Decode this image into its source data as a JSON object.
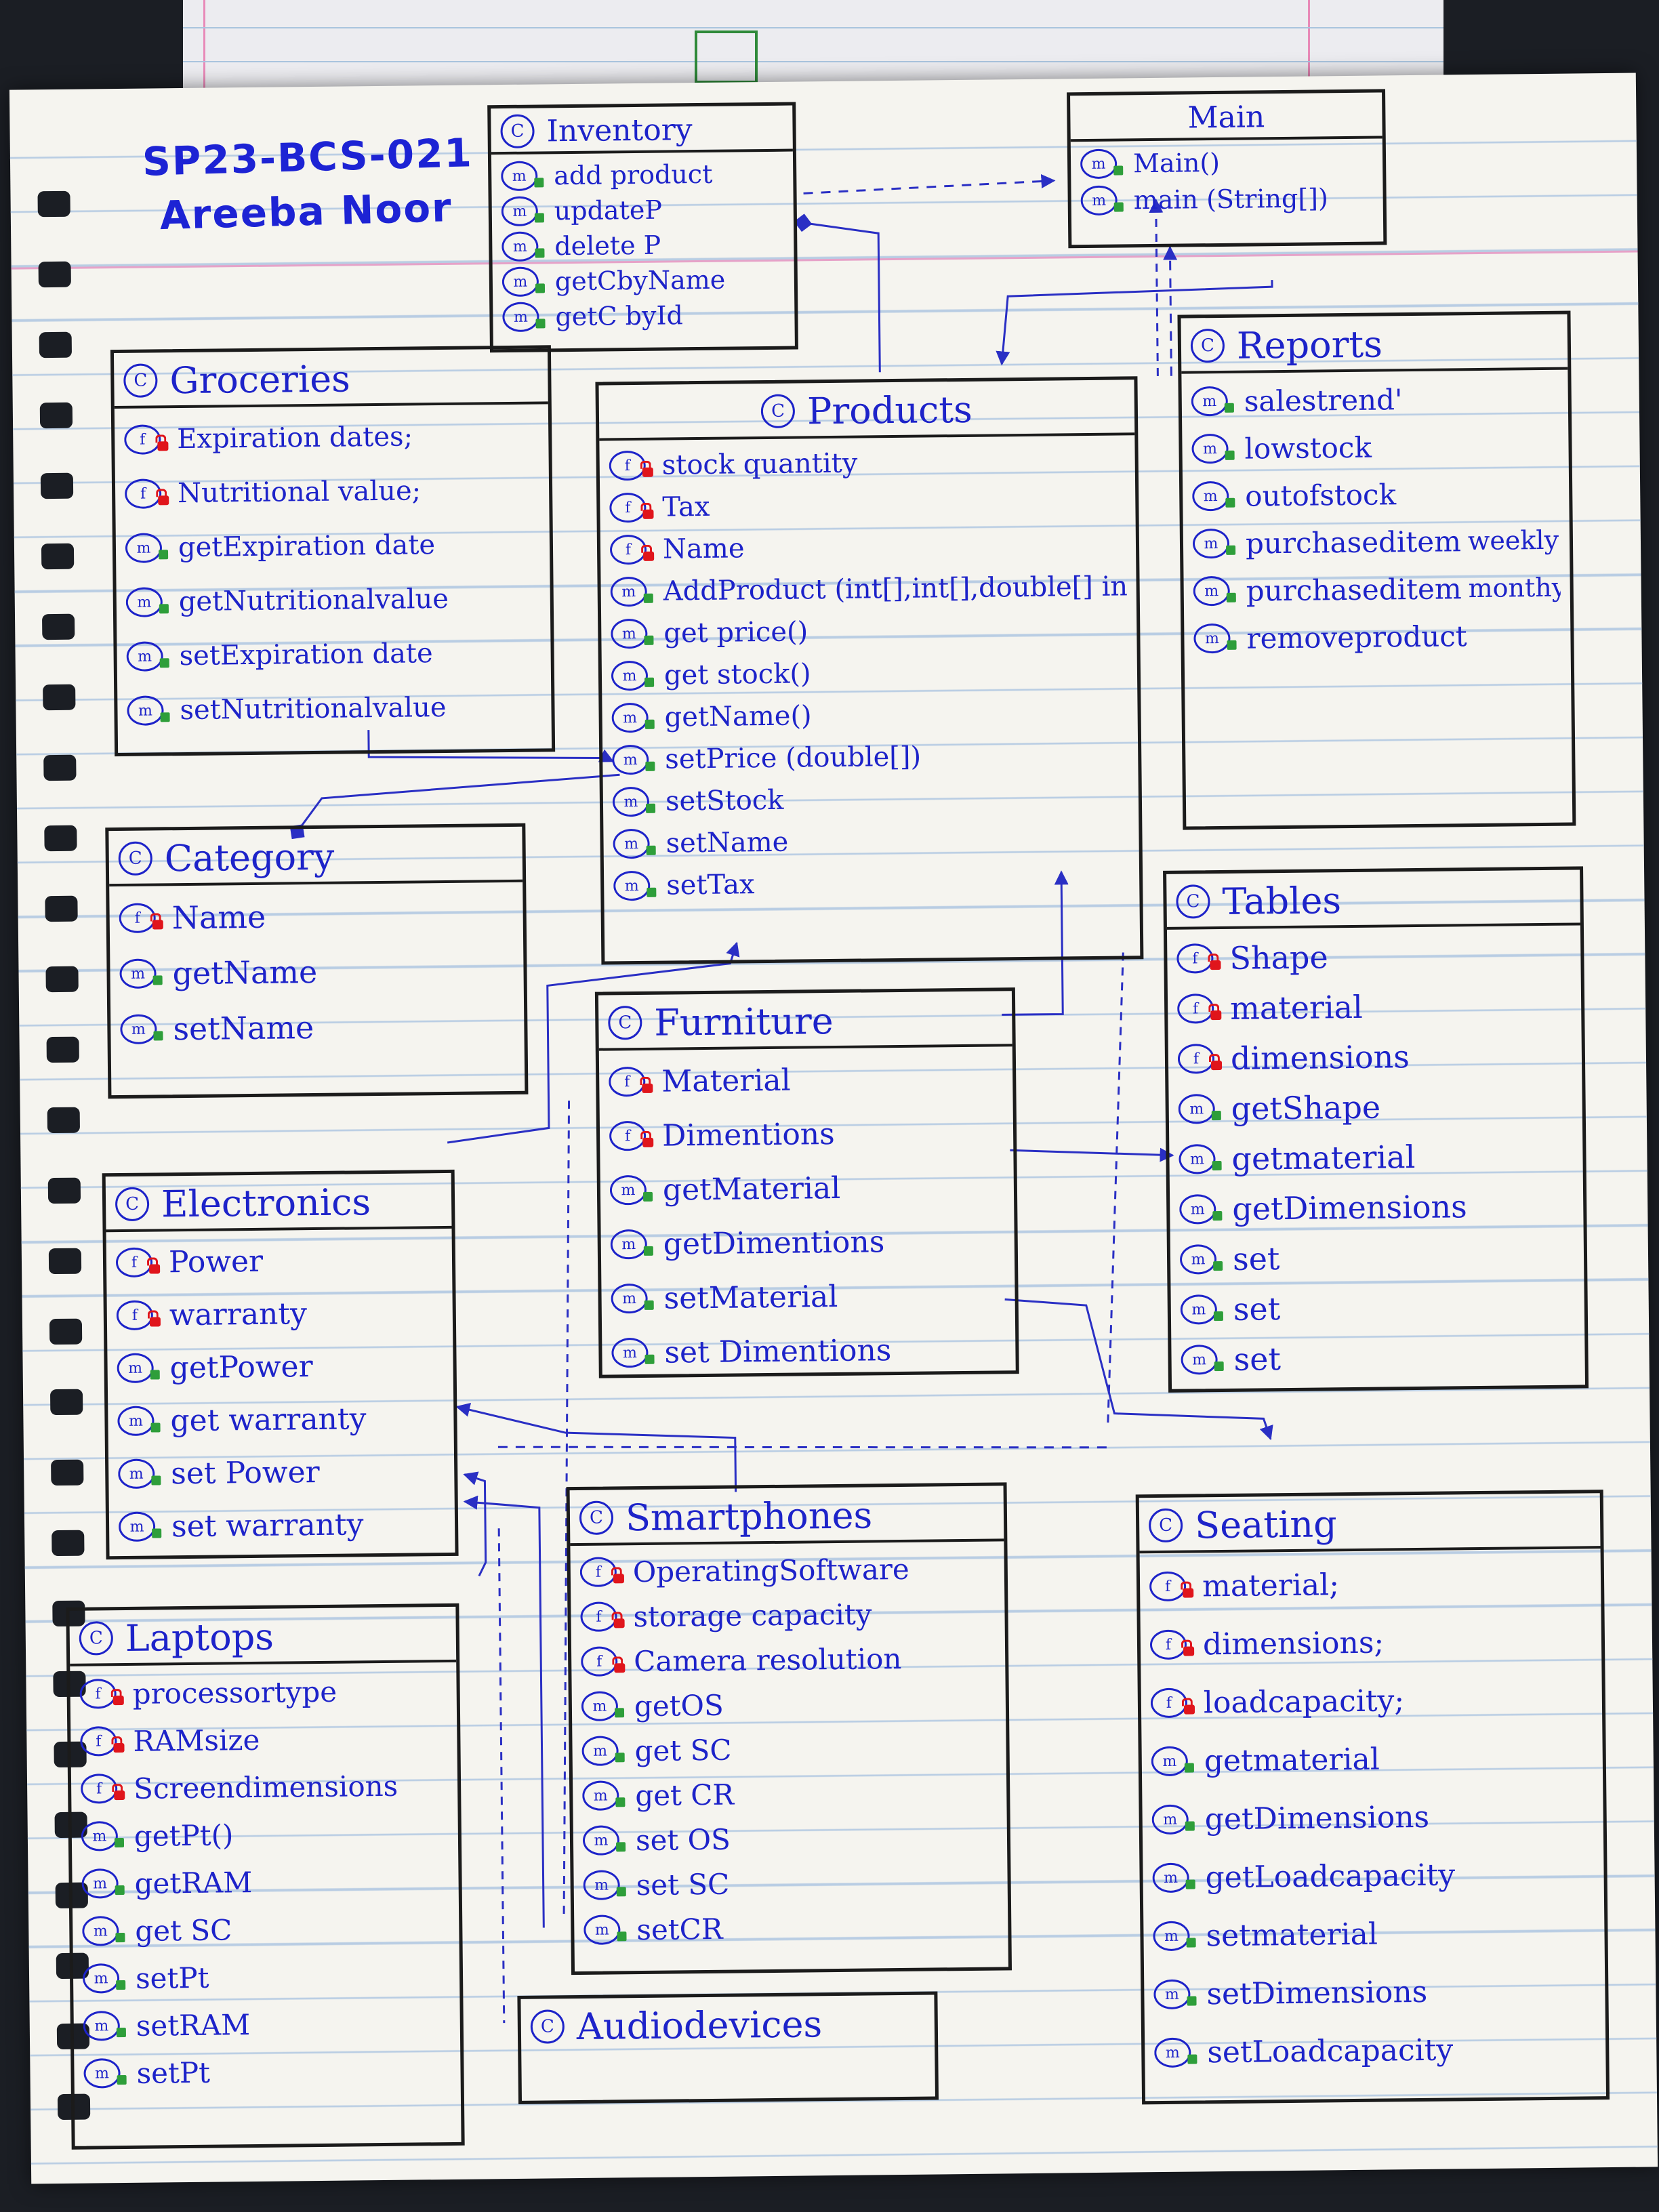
{
  "header": {
    "id": "SP23-BCS-021",
    "name": "Areeba Noor"
  },
  "classes": {
    "inventory": {
      "title": "Inventory",
      "members": [
        {
          "kind": "m",
          "label": "add product"
        },
        {
          "kind": "m",
          "label": "updateP"
        },
        {
          "kind": "m",
          "label": "delete P"
        },
        {
          "kind": "m",
          "label": "getCbyName"
        },
        {
          "kind": "m",
          "label": "getC byId"
        }
      ]
    },
    "main": {
      "title": "Main",
      "members": [
        {
          "kind": "m",
          "label": "Main()"
        },
        {
          "kind": "m",
          "label": "main (String[])"
        }
      ]
    },
    "groceries": {
      "title": "Groceries",
      "members": [
        {
          "kind": "f",
          "label": "Expiration dates;"
        },
        {
          "kind": "f",
          "label": "Nutritional value;"
        },
        {
          "kind": "m",
          "label": "getExpiration date"
        },
        {
          "kind": "m",
          "label": "getNutritionalvalue"
        },
        {
          "kind": "m",
          "label": "setExpiration date"
        },
        {
          "kind": "m",
          "label": "setNutritionalvalue"
        }
      ]
    },
    "products": {
      "title": "Products",
      "members": [
        {
          "kind": "f",
          "label": "stock quantity"
        },
        {
          "kind": "f",
          "label": "Tax"
        },
        {
          "kind": "f",
          "label": "Name"
        },
        {
          "kind": "m",
          "label": "AddProduct (int[],int[],double[] int[])"
        },
        {
          "kind": "m",
          "label": "get price()"
        },
        {
          "kind": "m",
          "label": "get stock()"
        },
        {
          "kind": "m",
          "label": "getName()"
        },
        {
          "kind": "m",
          "label": "setPrice (double[])"
        },
        {
          "kind": "m",
          "label": "setStock"
        },
        {
          "kind": "m",
          "label": "setName"
        },
        {
          "kind": "m",
          "label": "setTax"
        }
      ]
    },
    "reports": {
      "title": "Reports",
      "members": [
        {
          "kind": "m",
          "label": "salestrend'"
        },
        {
          "kind": "m",
          "label": "lowstock"
        },
        {
          "kind": "m",
          "label": "outofstock"
        },
        {
          "kind": "m",
          "label": "purchaseditem",
          "sub": "weekly"
        },
        {
          "kind": "m",
          "label": "purchaseditem",
          "sub": "monthy"
        },
        {
          "kind": "m",
          "label": "removeproduct"
        }
      ]
    },
    "category": {
      "title": "Category",
      "members": [
        {
          "kind": "f",
          "label": "Name"
        },
        {
          "kind": "m",
          "label": "getName"
        },
        {
          "kind": "m",
          "label": "setName"
        }
      ]
    },
    "tables": {
      "title": "Tables",
      "members": [
        {
          "kind": "f",
          "label": "Shape"
        },
        {
          "kind": "f",
          "label": "material"
        },
        {
          "kind": "f",
          "label": "dimensions"
        },
        {
          "kind": "m",
          "label": "getShape"
        },
        {
          "kind": "m",
          "label": "getmaterial"
        },
        {
          "kind": "m",
          "label": "getDimensions"
        },
        {
          "kind": "m",
          "label": "set"
        },
        {
          "kind": "m",
          "label": "set"
        },
        {
          "kind": "m",
          "label": "set"
        }
      ]
    },
    "furniture": {
      "title": "Furniture",
      "members": [
        {
          "kind": "f",
          "label": "Material"
        },
        {
          "kind": "f",
          "label": "Dimentions"
        },
        {
          "kind": "m",
          "label": "getMaterial"
        },
        {
          "kind": "m",
          "label": "getDimentions"
        },
        {
          "kind": "m",
          "label": "setMaterial"
        },
        {
          "kind": "m",
          "label": "set Dimentions"
        }
      ]
    },
    "electronics": {
      "title": "Electronics",
      "members": [
        {
          "kind": "f",
          "label": "Power"
        },
        {
          "kind": "f",
          "label": "warranty"
        },
        {
          "kind": "m",
          "label": "getPower"
        },
        {
          "kind": "m",
          "label": "get warranty"
        },
        {
          "kind": "m",
          "label": "set Power"
        },
        {
          "kind": "m",
          "label": "set warranty"
        }
      ]
    },
    "smartphones": {
      "title": "Smartphones",
      "members": [
        {
          "kind": "f",
          "label": "OperatingSoftware"
        },
        {
          "kind": "f",
          "label": "storage capacity"
        },
        {
          "kind": "f",
          "label": "Camera resolution"
        },
        {
          "kind": "m",
          "label": "getOS"
        },
        {
          "kind": "m",
          "label": "get SC"
        },
        {
          "kind": "m",
          "label": "get CR"
        },
        {
          "kind": "m",
          "label": "set OS"
        },
        {
          "kind": "m",
          "label": "set SC"
        },
        {
          "kind": "m",
          "label": "setCR"
        }
      ]
    },
    "seating": {
      "title": "Seating",
      "members": [
        {
          "kind": "f",
          "label": "material;"
        },
        {
          "kind": "f",
          "label": "dimensions;"
        },
        {
          "kind": "f",
          "label": "loadcapacity;"
        },
        {
          "kind": "m",
          "label": "getmaterial"
        },
        {
          "kind": "m",
          "label": "getDimensions"
        },
        {
          "kind": "m",
          "label": "getLoadcapacity"
        },
        {
          "kind": "m",
          "label": "setmaterial"
        },
        {
          "kind": "m",
          "label": "setDimensions"
        },
        {
          "kind": "m",
          "label": "setLoadcapacity"
        }
      ]
    },
    "laptops": {
      "title": "Laptops",
      "members": [
        {
          "kind": "f",
          "label": "processortype"
        },
        {
          "kind": "f",
          "label": "RAMsize"
        },
        {
          "kind": "f",
          "label": "Screendimensions"
        },
        {
          "kind": "m",
          "label": "getPt()"
        },
        {
          "kind": "m",
          "label": "getRAM"
        },
        {
          "kind": "m",
          "label": "get SC"
        },
        {
          "kind": "m",
          "label": "setPt"
        },
        {
          "kind": "m",
          "label": "setRAM"
        },
        {
          "kind": "m",
          "label": "setPt"
        }
      ]
    },
    "audiodevices": {
      "title": "Audiodevices",
      "members": []
    }
  },
  "colors": {
    "ink_blue": "#1d23c9",
    "ink_black": "#1b1b1b",
    "lock_red": "#e0151b",
    "lock_green": "#2e9e3a"
  },
  "icons": {
    "class": "class-c-icon",
    "field": "field-f-lock-icon",
    "method": "method-m-icon"
  }
}
